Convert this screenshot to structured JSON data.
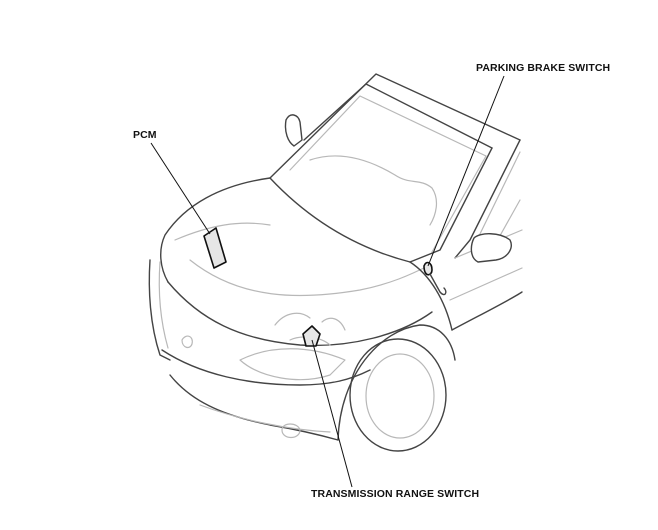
{
  "labels": {
    "pcm": "PCM",
    "parking_brake_switch": "PARKING BRAKE SWITCH",
    "transmission_range_switch": "TRANSMISSION RANGE SWITCH"
  },
  "colors": {
    "outline": "#444444",
    "detail": "#b8b8b8",
    "callout": "#111111",
    "part_fill": "#e6e6e6"
  }
}
